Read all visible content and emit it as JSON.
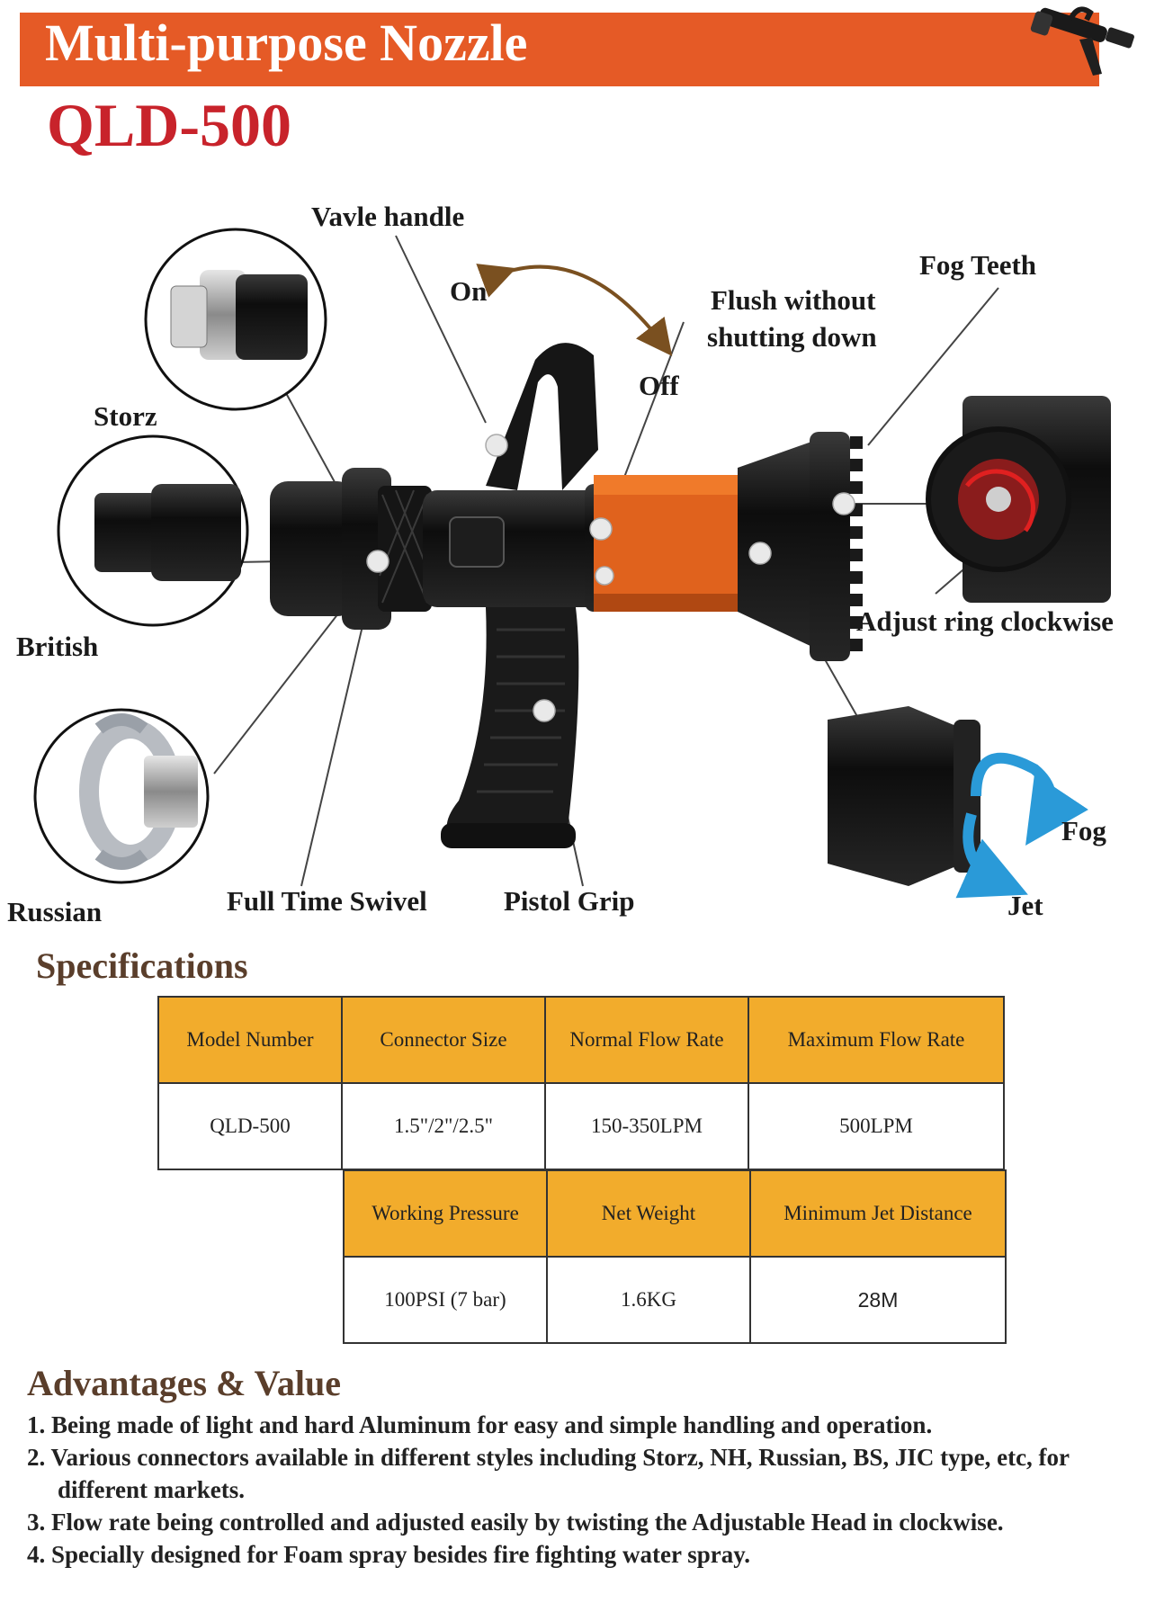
{
  "header": {
    "title": "Multi-purpose Nozzle",
    "model": "QLD-500"
  },
  "labels": {
    "valve_handle": "Vavle handle",
    "on": "On",
    "off": "Off",
    "flush_line1": "Flush without",
    "flush_line2": "shutting down",
    "fog_teeth": "Fog Teeth",
    "storz": "Storz",
    "british": "British",
    "russian": "Russian",
    "full_time_swivel": "Full Time Swivel",
    "pistol_grip": "Pistol Grip",
    "adjust_ring": "Adjust ring clockwise",
    "fog": "Fog",
    "jet": "Jet"
  },
  "specifications": {
    "title": "Specifications",
    "row1_headers": [
      "Model Number",
      "Connector Size",
      "Normal Flow Rate",
      "Maximum Flow Rate"
    ],
    "row1_values": [
      "QLD-500",
      "1.5\"/2\"/2.5\"",
      "150-350LPM",
      "500LPM"
    ],
    "row2_headers": [
      "Working Pressure",
      "Net Weight",
      "Minimum Jet Distance"
    ],
    "row2_values": [
      "100PSI (7 bar)",
      "1.6KG",
      "28M"
    ]
  },
  "advantages": {
    "title": "Advantages & Value",
    "items": [
      "1. Being made of light and hard Aluminum for easy and simple handling and operation.",
      "2. Various connectors available in different styles including Storz, NH, Russian, BS, JIC type, etc, for different markets.",
      "3. Flow rate being controlled and adjusted easily by twisting the Adjustable Head in clockwise.",
      "4. Specially designed for Foam spray besides fire fighting water spray."
    ]
  },
  "colors": {
    "banner": "#e55a26",
    "model_red": "#c8232b",
    "table_header": "#f2ac2c",
    "arrow_brown": "#7a5020",
    "arrow_blue": "#2a9ad8"
  }
}
